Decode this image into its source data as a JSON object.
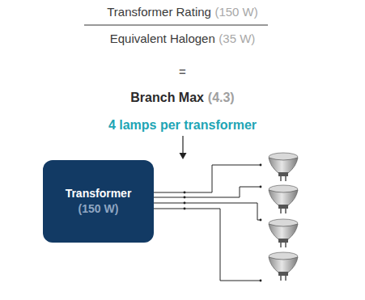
{
  "diagram": {
    "nodes": [
      {
        "text": [
          "Transformer",
          "(150 W)"
        ]
      }
    ],
    "labels": [
      "Transformer Rating",
      "(150 W)",
      "Equivalent Halogen",
      "(35 W)",
      "=",
      "Branch Max",
      "(4.3)",
      "4 lamps per transformer"
    ]
  }
}
